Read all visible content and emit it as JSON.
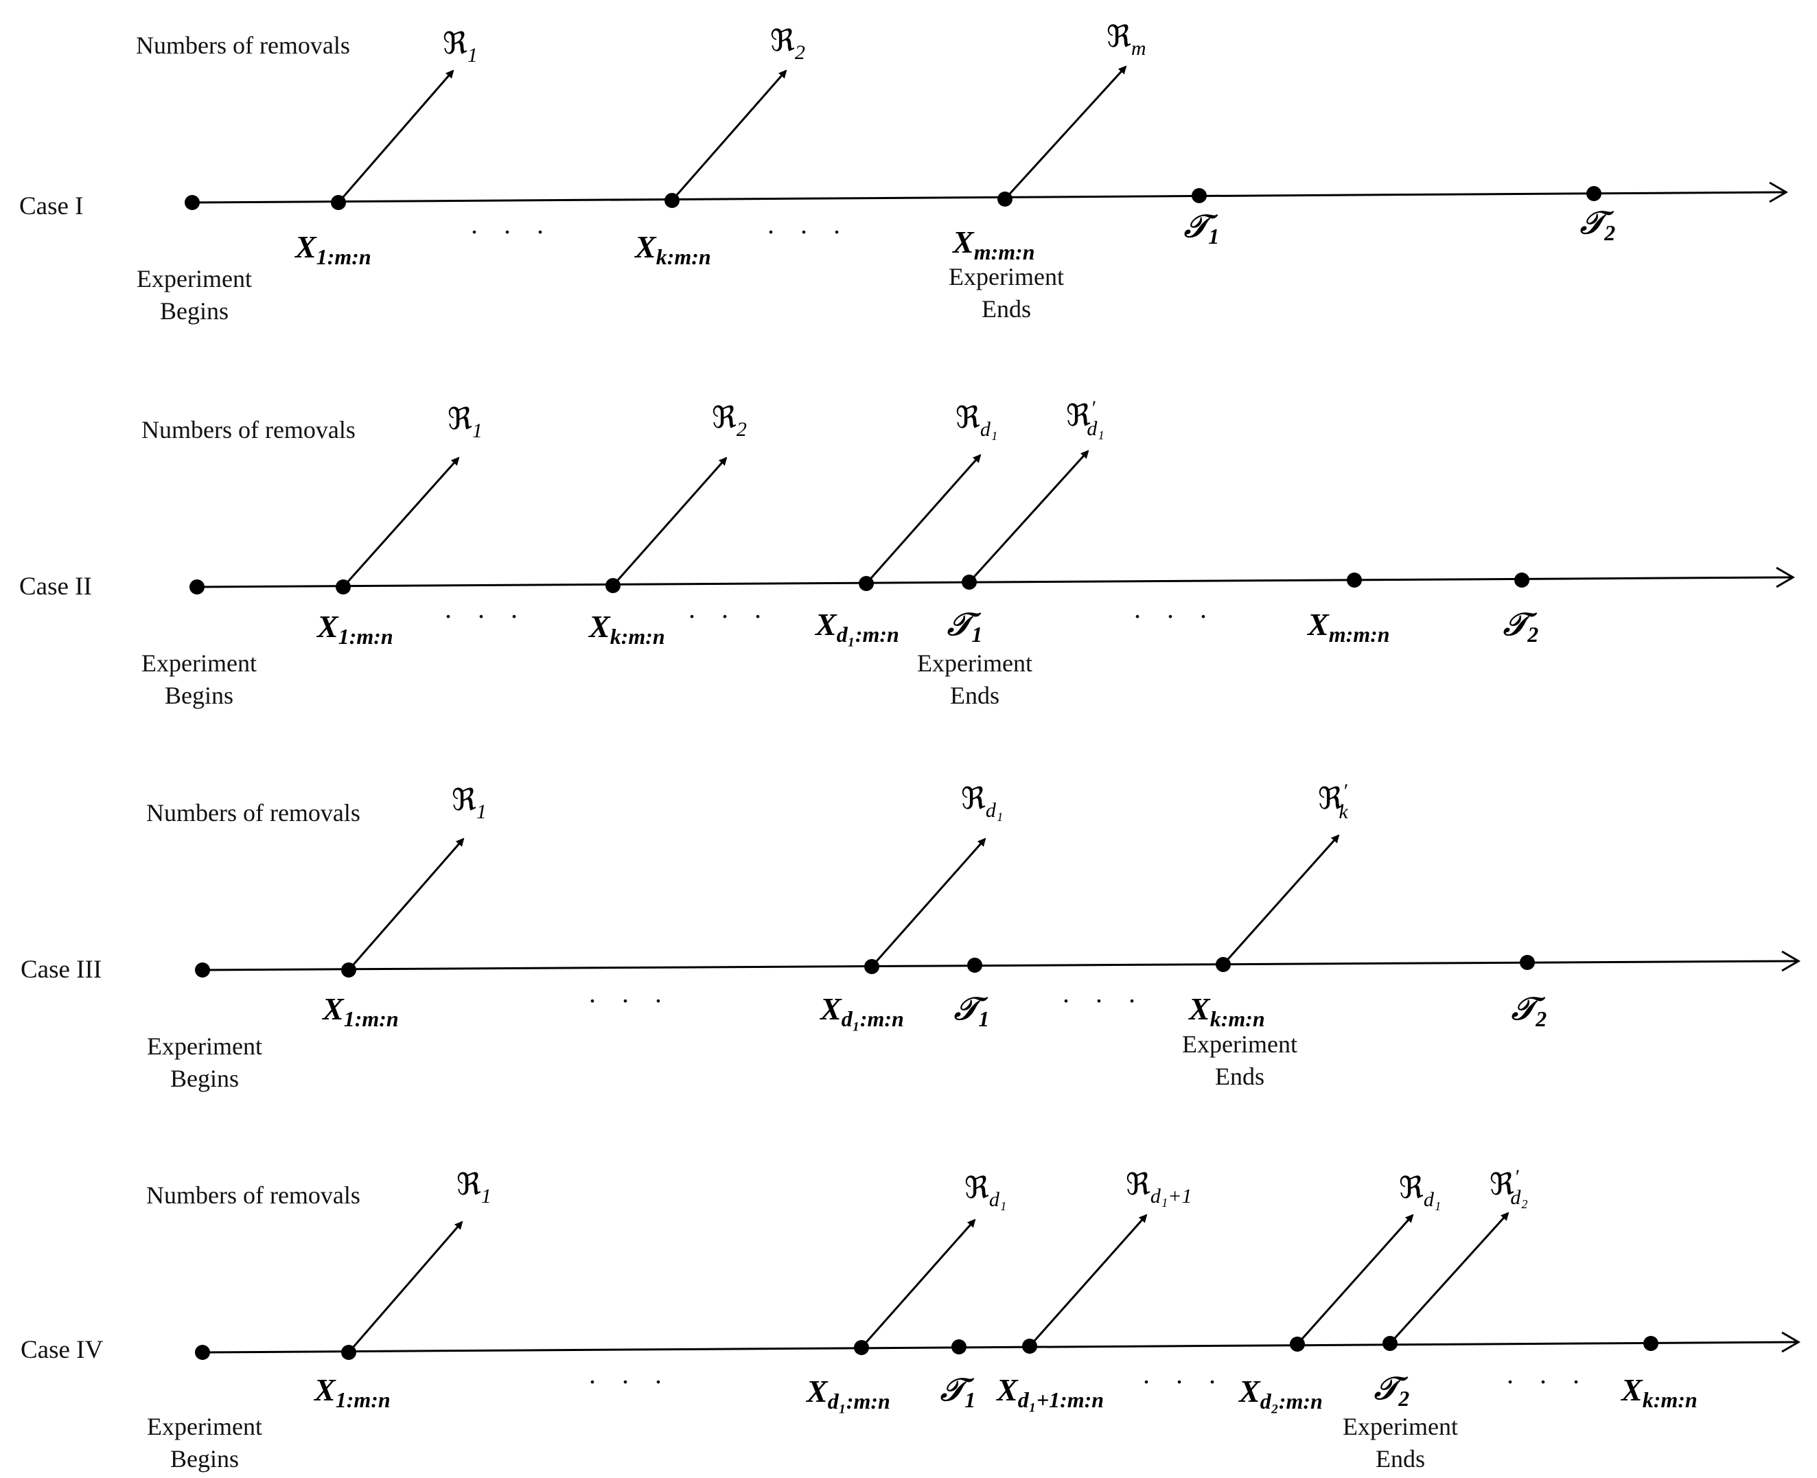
{
  "labels": {
    "removals": "Numbers of removals",
    "experiment": "Experiment",
    "begins": "Begins",
    "ends": "Ends",
    "ellipsis": ". . ."
  },
  "cases": [
    {
      "name": "Case  I",
      "points": [
        {
          "label": "X",
          "sub": "1:m:n"
        },
        {
          "label": "X",
          "sub": "k:m:n"
        },
        {
          "label": "X",
          "sub": "m:m:n"
        },
        {
          "label": "𝒯",
          "sub": "1"
        },
        {
          "label": "𝒯",
          "sub": "2"
        }
      ],
      "removals": [
        {
          "sym": "ℜ",
          "sub": "1",
          "prime": ""
        },
        {
          "sym": "ℜ",
          "sub": "2",
          "prime": ""
        },
        {
          "sym": "ℜ",
          "sub": "m",
          "prime": ""
        }
      ]
    },
    {
      "name": "Case  II",
      "points": [
        {
          "label": "X",
          "sub": "1:m:n"
        },
        {
          "label": "X",
          "sub": "k:m:n"
        },
        {
          "label": "X",
          "sub": "d₁:m:n"
        },
        {
          "label": "𝒯",
          "sub": "1"
        },
        {
          "label": "X",
          "sub": "m:m:n"
        },
        {
          "label": "𝒯",
          "sub": "2"
        }
      ],
      "removals": [
        {
          "sym": "ℜ",
          "sub": "1",
          "prime": ""
        },
        {
          "sym": "ℜ",
          "sub": "2",
          "prime": ""
        },
        {
          "sym": "ℜ",
          "sub": "d₁",
          "prime": ""
        },
        {
          "sym": "ℜ",
          "sub": "d₁",
          "prime": "′"
        }
      ]
    },
    {
      "name": "Case  III",
      "points": [
        {
          "label": "X",
          "sub": "1:m:n"
        },
        {
          "label": "X",
          "sub": "d₁:m:n"
        },
        {
          "label": "𝒯",
          "sub": "1"
        },
        {
          "label": "X",
          "sub": "k:m:n"
        },
        {
          "label": "𝒯",
          "sub": "2"
        }
      ],
      "removals": [
        {
          "sym": "ℜ",
          "sub": "1",
          "prime": ""
        },
        {
          "sym": "ℜ",
          "sub": "d₁",
          "prime": ""
        },
        {
          "sym": "ℜ",
          "sub": "k",
          "prime": "′"
        }
      ]
    },
    {
      "name": "Case  IV",
      "points": [
        {
          "label": "X",
          "sub": "1:m:n"
        },
        {
          "label": "X",
          "sub": "d₁:m:n"
        },
        {
          "label": "𝒯",
          "sub": "1"
        },
        {
          "label": "X",
          "sub": "d₁+1:m:n"
        },
        {
          "label": "X",
          "sub": "d₂:m:n"
        },
        {
          "label": "𝒯",
          "sub": "2"
        },
        {
          "label": "X",
          "sub": "k:m:n"
        }
      ],
      "removals": [
        {
          "sym": "ℜ",
          "sub": "1",
          "prime": ""
        },
        {
          "sym": "ℜ",
          "sub": "d₁",
          "prime": ""
        },
        {
          "sym": "ℜ",
          "sub": "d₁+1",
          "prime": ""
        },
        {
          "sym": "ℜ",
          "sub": "d₁",
          "prime": ""
        },
        {
          "sym": "ℜ",
          "sub": "d₂",
          "prime": "′"
        }
      ]
    }
  ]
}
